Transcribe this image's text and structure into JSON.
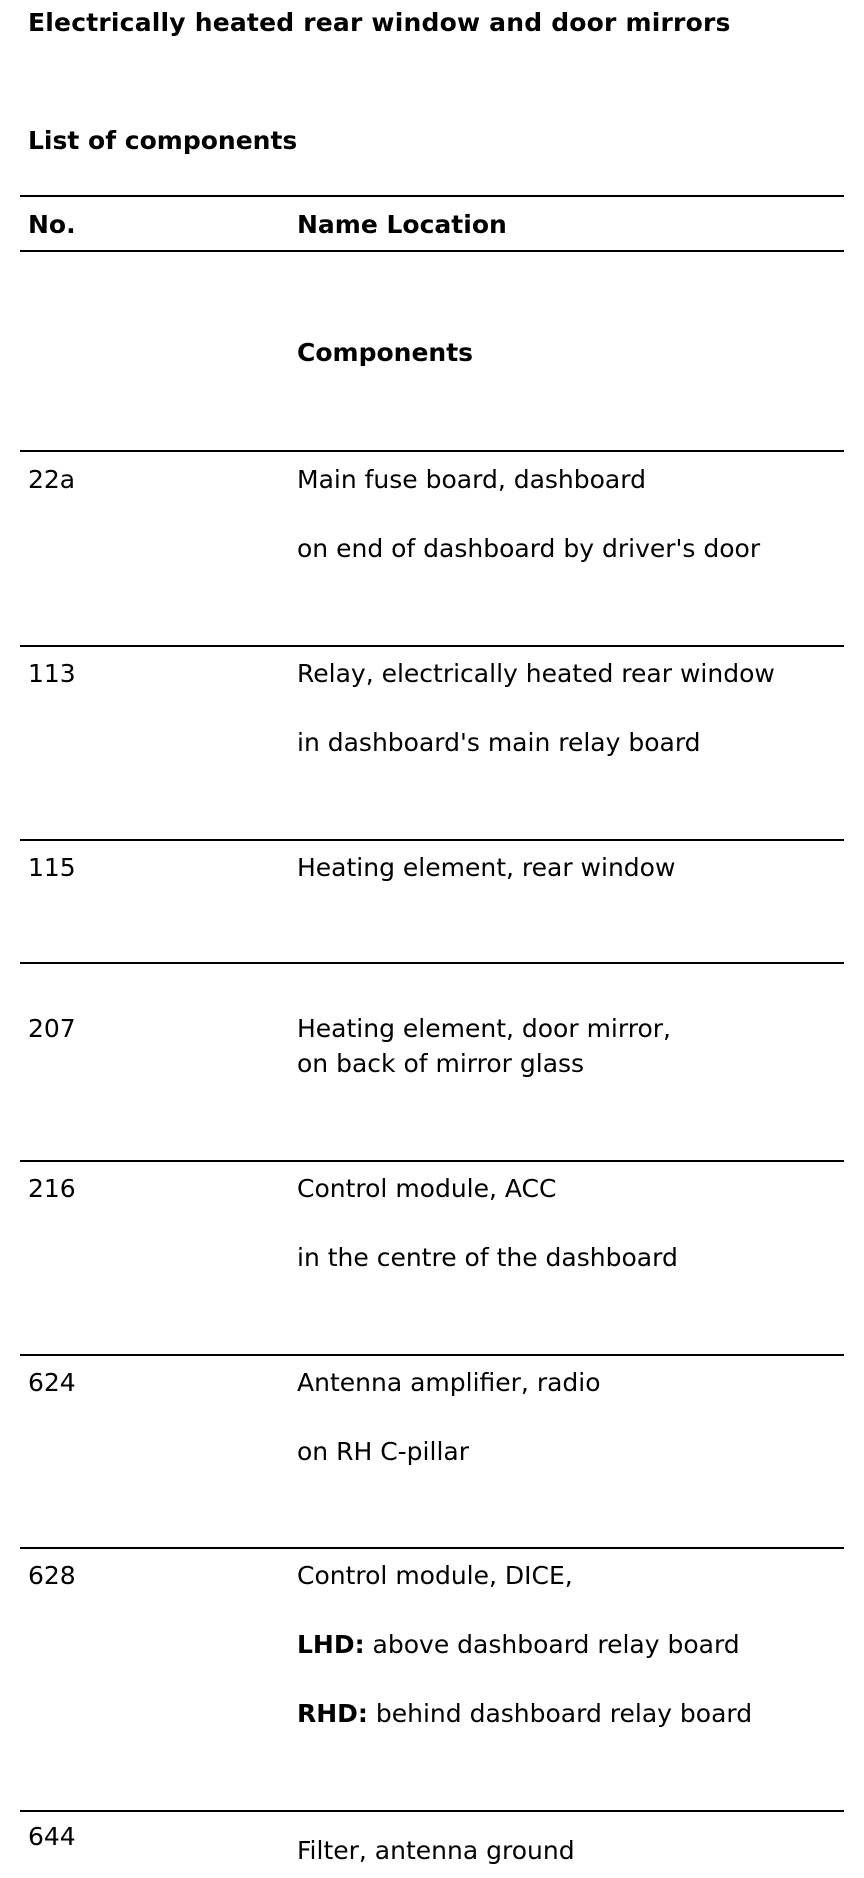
{
  "document": {
    "title": "Electrically heated rear window and door mirrors",
    "list_heading": "List of components"
  },
  "table": {
    "headers": {
      "no": "No.",
      "name_location": "Name Location"
    },
    "section_label": "Components",
    "rows": [
      {
        "no": "22a",
        "lines": [
          {
            "text": "Main fuse board, dashboard"
          },
          {
            "text": "on end of dashboard by driver's door"
          }
        ]
      },
      {
        "no": "113",
        "lines": [
          {
            "text": "Relay, electrically heated rear window"
          },
          {
            "text": "in dashboard's main relay board"
          }
        ]
      },
      {
        "no": "115",
        "lines": [
          {
            "text": "Heating element, rear window"
          }
        ]
      },
      {
        "no": "207",
        "lines": [
          {
            "text": "Heating element, door mirror,"
          },
          {
            "text": "on back of mirror glass"
          }
        ]
      },
      {
        "no": "216",
        "lines": [
          {
            "text": "Control module, ACC"
          },
          {
            "text": "in the centre of the dashboard"
          }
        ]
      },
      {
        "no": "624",
        "lines": [
          {
            "text": "Antenna amplifier, radio"
          },
          {
            "text": "on RH C-pillar"
          }
        ]
      },
      {
        "no": "628",
        "lines": [
          {
            "text": "Control module, DICE,"
          },
          {
            "prefix": "LHD:",
            "text": " above dashboard relay board"
          },
          {
            "prefix": "RHD:",
            "text": " behind dashboard relay board"
          }
        ]
      },
      {
        "no": "644",
        "lines": [
          {
            "text": "Filter, antenna ground"
          }
        ]
      }
    ]
  }
}
